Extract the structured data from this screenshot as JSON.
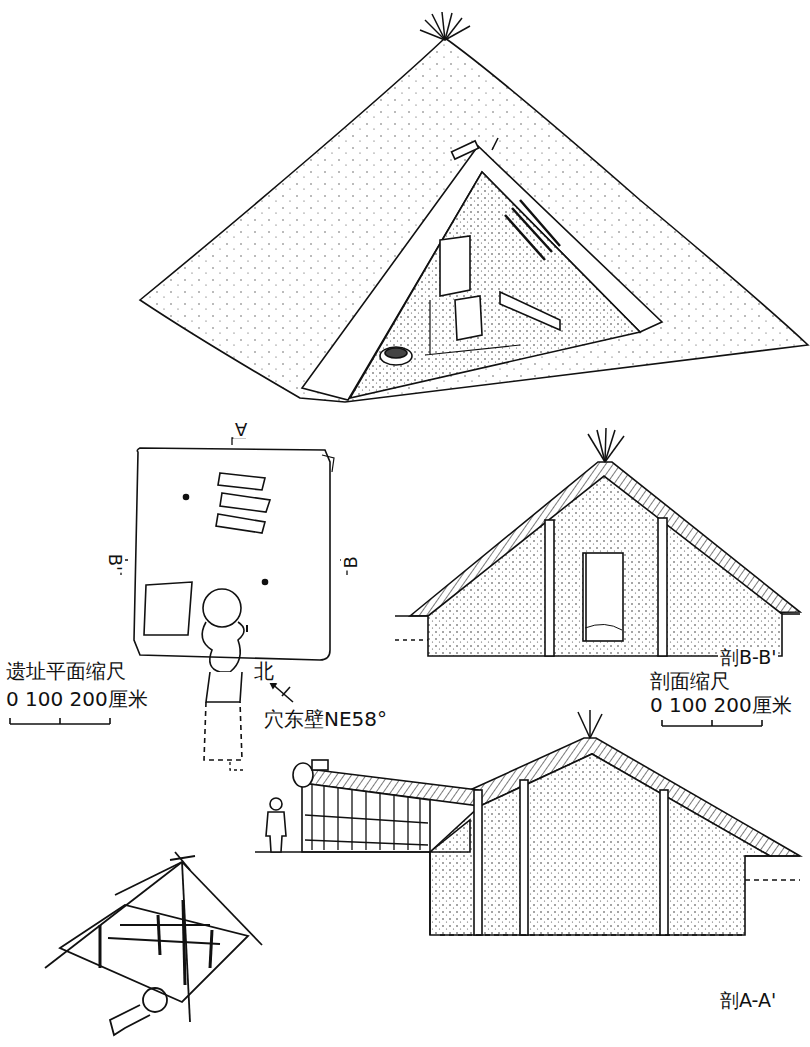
{
  "diagram": {
    "labels": [
      "A",
      "B'",
      "B",
      "遗址平面缩尺",
      "0 100 200厘米",
      "北",
      "穴东壁NE58°",
      "剖B-B'",
      "剖面缩尺",
      "0 100 200厘米",
      "剖A-A'"
    ]
  }
}
